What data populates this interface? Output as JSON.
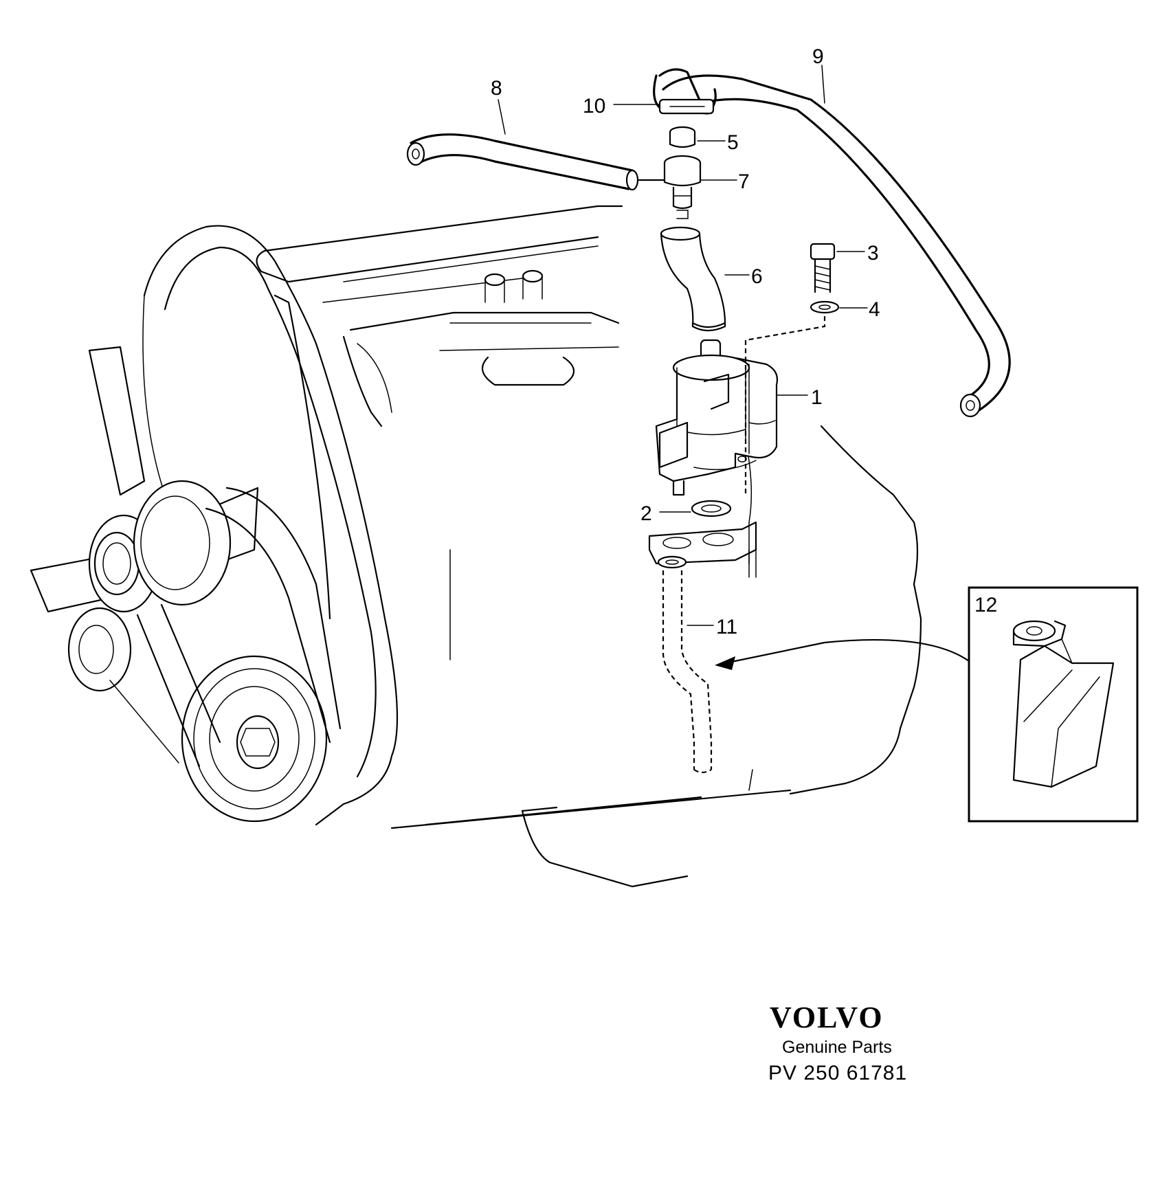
{
  "callouts": [
    {
      "id": "1",
      "label": "1"
    },
    {
      "id": "2",
      "label": "2"
    },
    {
      "id": "3",
      "label": "3"
    },
    {
      "id": "4",
      "label": "4"
    },
    {
      "id": "5",
      "label": "5"
    },
    {
      "id": "6",
      "label": "6"
    },
    {
      "id": "7",
      "label": "7"
    },
    {
      "id": "8",
      "label": "8"
    },
    {
      "id": "9",
      "label": "9"
    },
    {
      "id": "10",
      "label": "10"
    },
    {
      "id": "11",
      "label": "11"
    },
    {
      "id": "12",
      "label": "12"
    }
  ],
  "logo": {
    "brand": "VOLVO",
    "tagline": "Genuine Parts"
  },
  "reference": "PV 250 61781"
}
